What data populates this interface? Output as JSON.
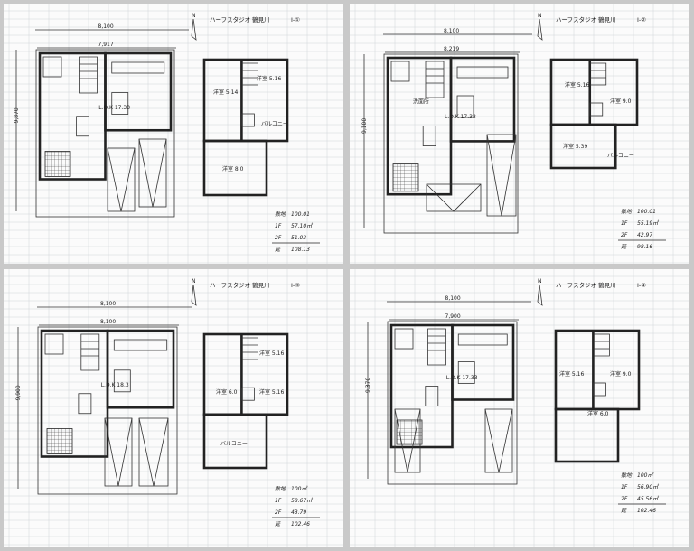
{
  "panels": [
    {
      "title": "ハーフスタジオ 鶴見川",
      "plan_id": "I-①",
      "north": "N",
      "dim_top": "8,100",
      "dim_inner": "7,917",
      "dim_left": "9,870",
      "rooms_1f": [
        "L.D.K 17.33"
      ],
      "rooms_2f": [
        "洋室 5.14",
        "洋室 5.16",
        "バルコニー",
        "洋室 8.0"
      ],
      "stats": [
        {
          "label": "敷地",
          "value": "100.01"
        },
        {
          "label": "1F",
          "value": "57.10㎡"
        },
        {
          "label": "2F",
          "value": "51.03"
        },
        {
          "label": "延",
          "value": "108.13"
        }
      ]
    },
    {
      "title": "ハーフスタジオ 鶴見川",
      "plan_id": "I-②",
      "north": "N",
      "dim_top": "8,100",
      "dim_inner": "8,219",
      "dim_left": "9,100",
      "rooms_1f": [
        "L.D.K 17.33",
        "洗面所"
      ],
      "rooms_2f": [
        "洋室 5.16",
        "洋室 9.0",
        "洋室 5.39",
        "バルコニー"
      ],
      "stats": [
        {
          "label": "敷地",
          "value": "100.01"
        },
        {
          "label": "1F",
          "value": "55.19㎡"
        },
        {
          "label": "2F",
          "value": "42.97"
        },
        {
          "label": "延",
          "value": "98.16"
        }
      ]
    },
    {
      "title": "ハーフスタジオ 鶴見川",
      "plan_id": "I-③",
      "north": "N",
      "dim_top": "8,100",
      "dim_inner": "8,100",
      "dim_left": "9,900",
      "rooms_1f": [
        "L.D.K 18.3"
      ],
      "rooms_2f": [
        "洋室 5.16",
        "洋室 6.0",
        "洋室 5.16",
        "バルコニー"
      ],
      "stats": [
        {
          "label": "敷地",
          "value": "100㎡"
        },
        {
          "label": "1F",
          "value": "58.67㎡"
        },
        {
          "label": "2F",
          "value": "43.79"
        },
        {
          "label": "延",
          "value": "102.46"
        }
      ]
    },
    {
      "title": "ハーフスタジオ 鶴見川",
      "plan_id": "I-④",
      "north": "N",
      "dim_top": "8,100",
      "dim_inner": "7,900",
      "dim_left": "9,370",
      "rooms_1f": [
        "L.D.K 17.33"
      ],
      "rooms_2f": [
        "洋室 5.16",
        "洋室 9.0",
        "洋室 6.0"
      ],
      "stats": [
        {
          "label": "敷地",
          "value": "100㎡"
        },
        {
          "label": "1F",
          "value": "56.90㎡"
        },
        {
          "label": "2F",
          "value": "45.56㎡"
        },
        {
          "label": "延",
          "value": "102.46"
        }
      ]
    }
  ]
}
